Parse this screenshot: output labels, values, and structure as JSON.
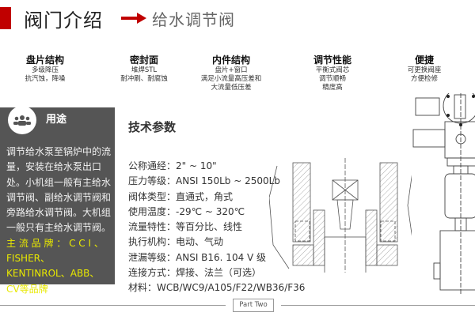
{
  "header": {
    "title": "阀门介绍",
    "subtitle": "给水调节阀"
  },
  "features": [
    {
      "title": "盘片结构",
      "lines": [
        "多级降压",
        "抗汽蚀，降噪"
      ]
    },
    {
      "title": "密封面",
      "lines": [
        "堆焊STL",
        "耐冲刷、耐腐蚀"
      ]
    },
    {
      "title": "内件结构",
      "lines": [
        "盘片+窗口",
        "满足小流量高压差和",
        "大流量低压差"
      ]
    },
    {
      "title": "调节性能",
      "lines": [
        "平衡式阀芯",
        "调节顺畅",
        "精度高"
      ]
    },
    {
      "title": "便捷",
      "lines": [
        "可更换阀座",
        "方便检修"
      ]
    }
  ],
  "usage": {
    "title": "用途",
    "text": "调节给水泵至锅炉中的流量，安装在给水泵出口处。小机组一般有主给水调节阀、副给水调节阀和旁路给水调节阀。大机组一般只有主给水调节阀。",
    "brands": "主 流 品 牌 ： C C I 、FISHER、KENTINROL、ABB、CV等品牌"
  },
  "tech": {
    "title": "技术参数",
    "params": [
      {
        "label": "公称通经：",
        "value": "2\" ~ 10\""
      },
      {
        "label": "压力等级：",
        "value": "ANSI 150Lb ~ 2500Lb"
      },
      {
        "label": "阀体类型：",
        "value": "直通式，角式"
      },
      {
        "label": "使用温度：",
        "value": "-29℃ ~ 320℃"
      },
      {
        "label": "流量特性：",
        "value": "等百分比、线性"
      },
      {
        "label": "执行机构：",
        "value": "电动、气动"
      },
      {
        "label": "泄漏等级：",
        "value": "ANSI B16. 104  V 级"
      },
      {
        "label": "连接方式：",
        "value": "焊接、法兰（可选）"
      },
      {
        "label": "材料：",
        "value": "WCB/WC9/A105/F22/WB36/F36"
      }
    ]
  },
  "footer": {
    "label": "Part Two"
  },
  "colors": {
    "accent": "#c00000",
    "panel": "#555555",
    "highlight": "#e8e800"
  }
}
